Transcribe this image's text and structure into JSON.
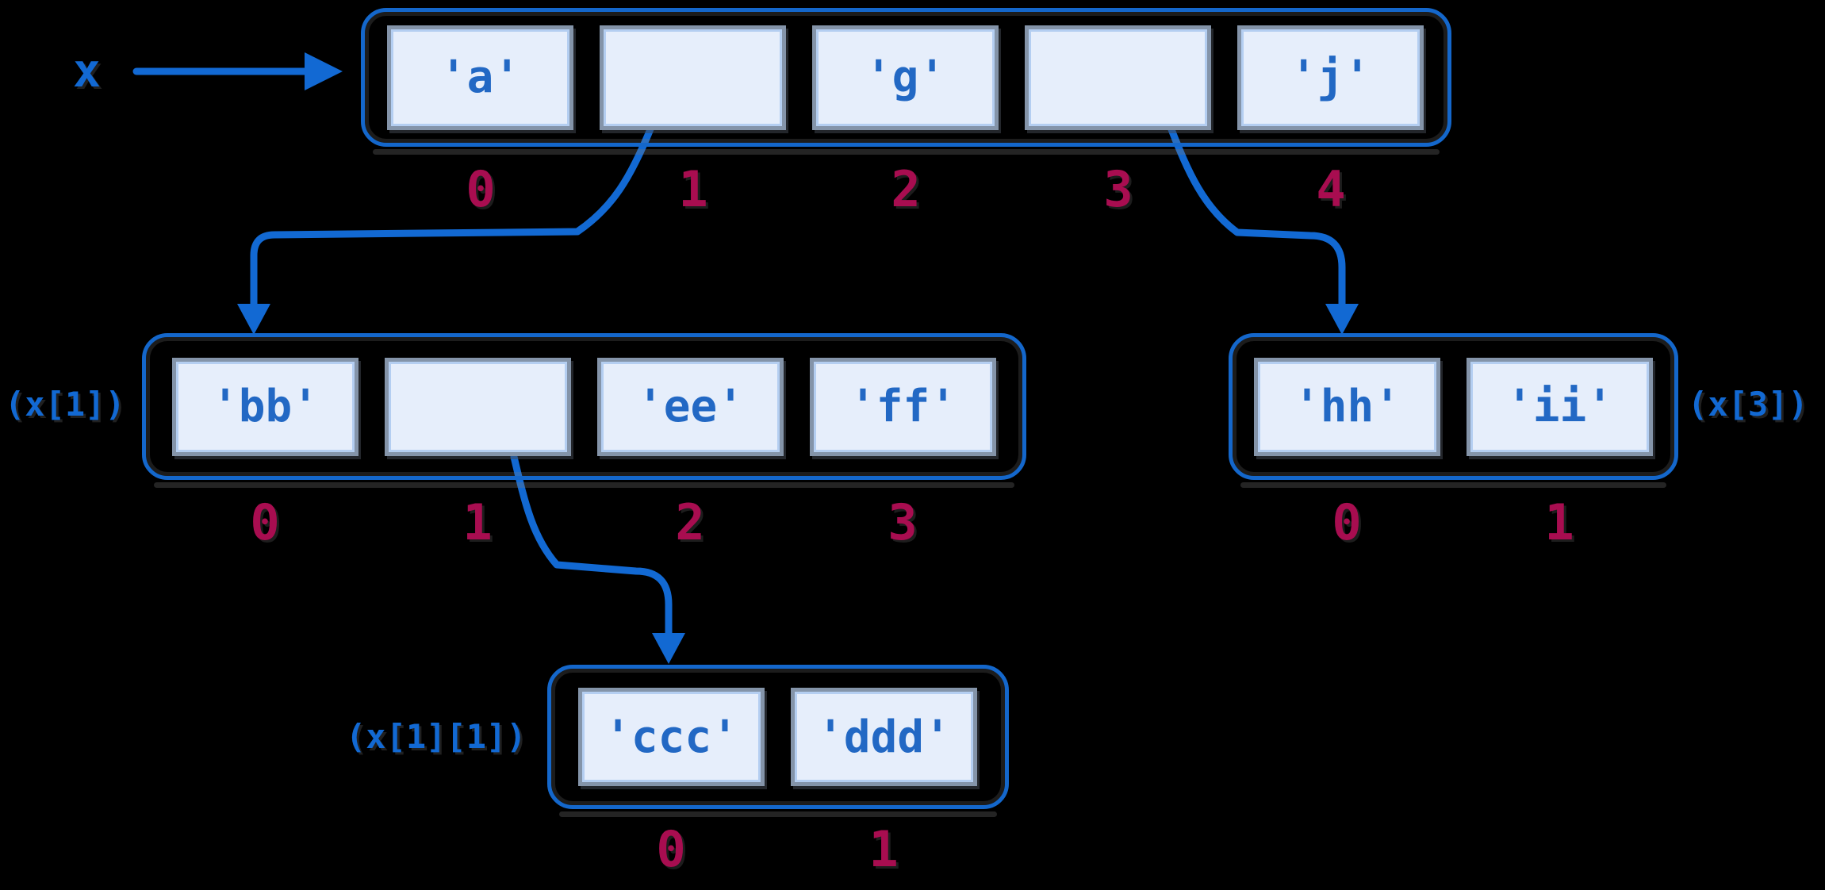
{
  "colors": {
    "background": "#000000",
    "container_border": "#1467cb",
    "arrow": "#1269d3",
    "cell_fill": "#e6eefb",
    "cell_border": "#8494a9",
    "cell_inner_line": "#b4cef1",
    "cell_text": "#2268c4",
    "index_text": "#a80d50",
    "label_text": "#1269d3"
  },
  "variable": {
    "name": "x"
  },
  "lists": [
    {
      "name": "x",
      "label": "",
      "cells": [
        "'a'",
        "",
        "'g'",
        "",
        "'j'"
      ],
      "indices": [
        "0",
        "1",
        "2",
        "3",
        "4"
      ]
    },
    {
      "name": "x[1]",
      "label": "(x[1])",
      "cells": [
        "'bb'",
        "",
        "'ee'",
        "'ff'"
      ],
      "indices": [
        "0",
        "1",
        "2",
        "3"
      ]
    },
    {
      "name": "x[3]",
      "label": "(x[3])",
      "cells": [
        "'hh'",
        "'ii'"
      ],
      "indices": [
        "0",
        "1"
      ]
    },
    {
      "name": "x[1][1]",
      "label": "(x[1][1])",
      "cells": [
        "'ccc'",
        "'ddd'"
      ],
      "indices": [
        "0",
        "1"
      ]
    }
  ],
  "arrows": [
    {
      "name": "x-to-list",
      "from": "x",
      "to": "list x"
    },
    {
      "name": "x1-pointer",
      "from": "x cell 1",
      "to": "list (x[1])"
    },
    {
      "name": "x3-pointer",
      "from": "x cell 3",
      "to": "list (x[3])"
    },
    {
      "name": "x1-1-pointer",
      "from": "(x[1]) cell 1",
      "to": "list (x[1][1])"
    }
  ]
}
